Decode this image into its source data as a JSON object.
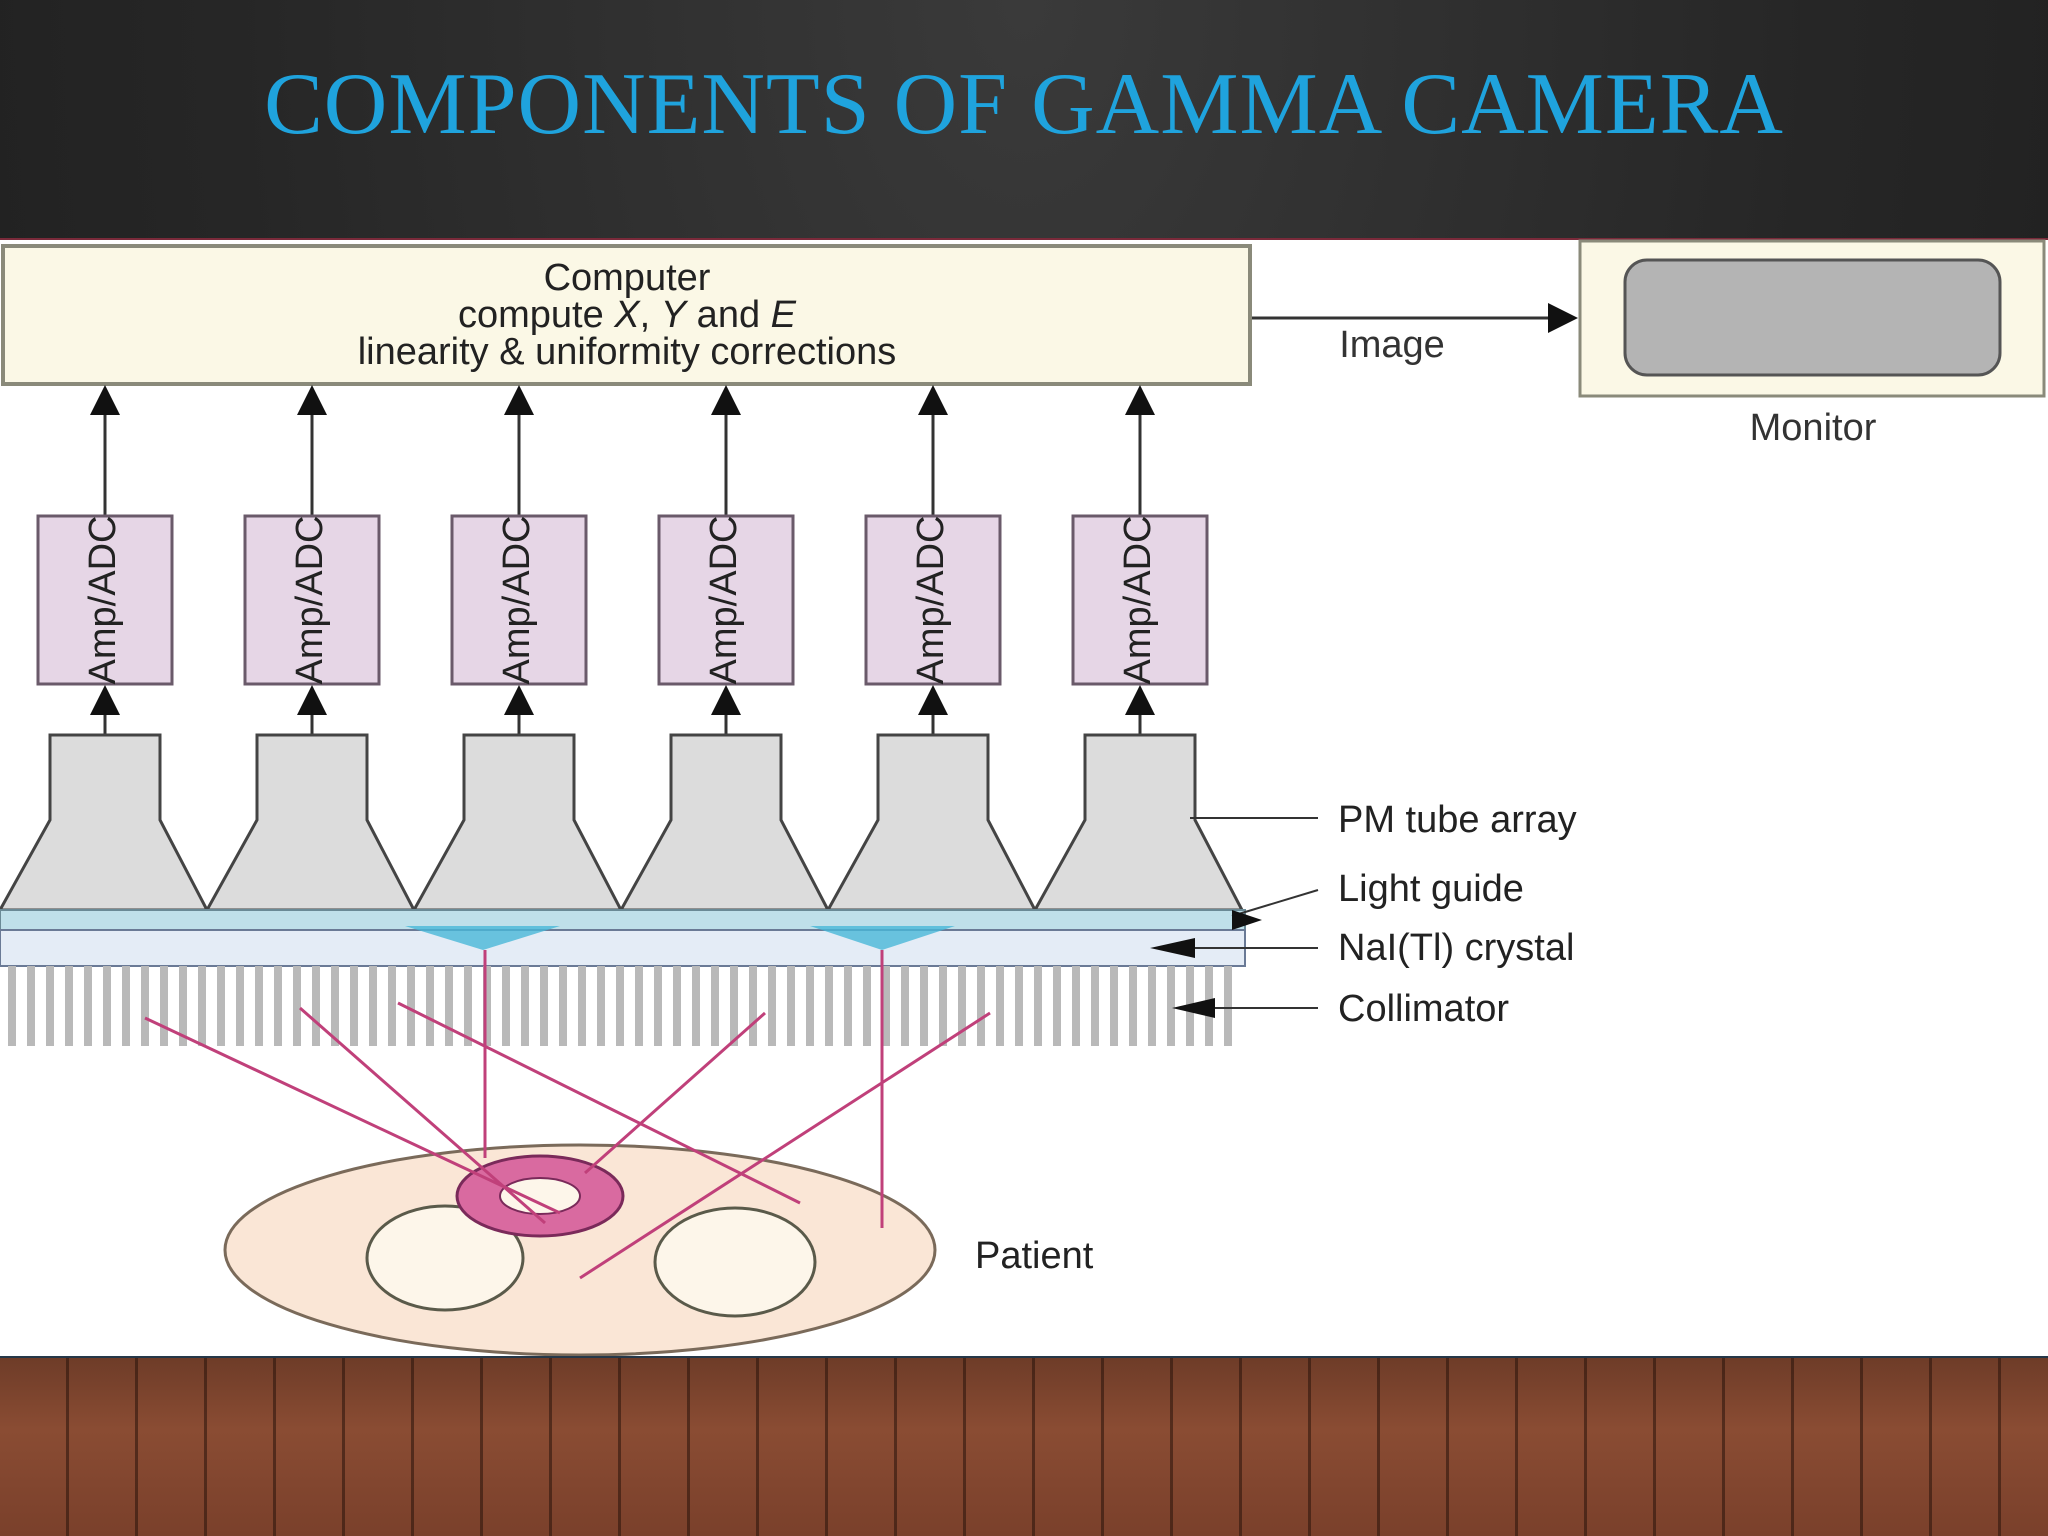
{
  "slide": {
    "title": "COMPONENTS OF GAMMA CAMERA"
  },
  "diagram": {
    "computer": {
      "line1": "Computer",
      "line2_prefix": "compute ",
      "line2_x": "X",
      "line2_sep": ", ",
      "line2_y": "Y",
      "line2_and": " and ",
      "line2_e": "E",
      "line3": "linearity & uniformity corrections"
    },
    "image_label": "Image",
    "monitor_label": "Monitor",
    "amp_adc_label": "Amp/ADC",
    "amp_adc_count": 6,
    "pm_tube_count": 6,
    "component_labels": {
      "pm_tube_array": "PM tube array",
      "light_guide": "Light guide",
      "crystal": "NaI(Tl) crystal",
      "collimator": "Collimator",
      "patient": "Patient"
    },
    "colors": {
      "title": "#1fa3dd",
      "computer_box": "#fbf8e6",
      "amp_box": "#e6d6e6",
      "pm_tube": "#dcdcdc",
      "light_guide": "#bfe0ea",
      "crystal": "#e4ecf6",
      "patient_body": "#fae6d6",
      "hot_spot": "#d96aa0",
      "gamma_ray": "#c0407a",
      "monitor_screen": "#b4b4b4"
    }
  }
}
